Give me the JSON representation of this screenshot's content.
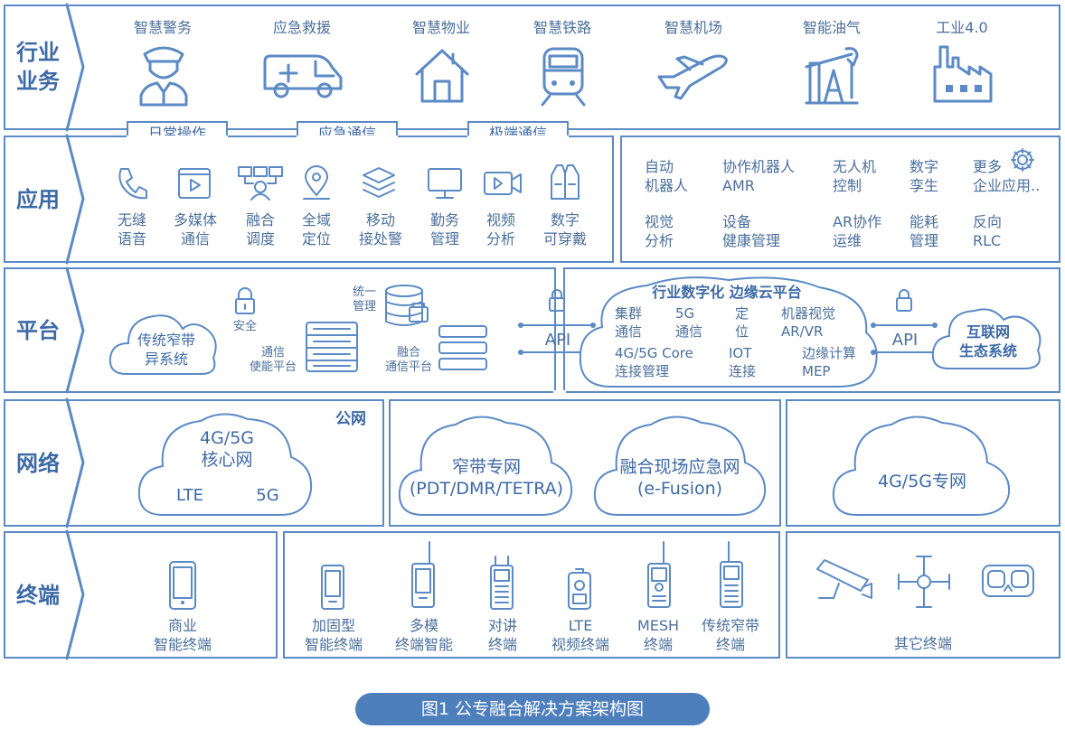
{
  "rows": {
    "industry": "行业\n业务",
    "application": "应用",
    "platform": "平台",
    "network": "网络",
    "terminal": "终端"
  },
  "industry": [
    {
      "label": "智慧警务",
      "icon": "police-officer-icon"
    },
    {
      "label": "应急救援",
      "icon": "ambulance-icon"
    },
    {
      "label": "智慧物业",
      "icon": "house-icon"
    },
    {
      "label": "智慧铁路",
      "icon": "train-icon"
    },
    {
      "label": "智慧机场",
      "icon": "airplane-icon"
    },
    {
      "label": "智能油气",
      "icon": "oil-pump-icon"
    },
    {
      "label": "工业4.0",
      "icon": "factory-icon"
    }
  ],
  "tags": [
    "日常操作",
    "应急通信",
    "极端通信"
  ],
  "apps": [
    {
      "line1": "无缝",
      "line2": "语音",
      "icon": "phone-icon"
    },
    {
      "line1": "多媒体",
      "line2": "通信",
      "icon": "media-player-icon"
    },
    {
      "line1": "融合",
      "line2": "调度",
      "icon": "dispatch-icon"
    },
    {
      "line1": "全域",
      "line2": "定位",
      "icon": "location-pin-icon"
    },
    {
      "line1": "移动",
      "line2": "接处警",
      "icon": "layers-icon"
    },
    {
      "line1": "勤务",
      "line2": "管理",
      "icon": "monitor-icon"
    },
    {
      "line1": "视频",
      "line2": "分析",
      "icon": "video-camera-icon"
    },
    {
      "line1": "数字",
      "line2": "可穿戴",
      "icon": "vest-icon"
    }
  ],
  "enterprise_apps": [
    [
      "自动\n机器人",
      "协作机器人\nAMR",
      "无人机\n控制",
      "数字\n孪生",
      "更多\n企业应用.."
    ],
    [
      "视觉\n分析",
      "设备\n健康管理",
      "AR协作\n运维",
      "能耗\n管理",
      "反向\nRLC"
    ]
  ],
  "platform": {
    "legacy_cloud": "传统窄带\n异系统",
    "security": "安全",
    "unified_mgmt": "统一\n管理",
    "comm_enable": "通信\n使能平台",
    "fusion_comm": "融合\n通信平台",
    "api_left": "API",
    "api_right": "API",
    "edge_title": "行业数字化 边缘云平台",
    "edge_items": [
      "集群\n通信",
      "5G\n通信",
      "定\n位",
      "机器视觉\nAR/VR",
      "4G/5G Core\n连接管理",
      "IOT\n连接",
      "边缘计算\nMEP"
    ],
    "internet": "互联网\n生态系统"
  },
  "network": {
    "public_tag": "公网",
    "core_title": "4G/5G\n核心网",
    "core_lte": "LTE",
    "core_5g": "5G",
    "narrowband": "窄带专网\n(PDT/DMR/TETRA)",
    "efusion": "融合现场应急网\n(e-Fusion)",
    "private": "4G/5G专网"
  },
  "terminals": {
    "commercial": "商业\n智能终端",
    "group": [
      {
        "label": "加固型\n智能终端",
        "icon": "rugged-phone-icon"
      },
      {
        "label": "多模\n终端智能",
        "icon": "multimode-phone-icon"
      },
      {
        "label": "对讲\n终端",
        "icon": "walkie-talkie-icon"
      },
      {
        "label": "LTE\n视频终端",
        "icon": "body-camera-icon"
      },
      {
        "label": "MESH\n终端",
        "icon": "mesh-radio-icon"
      },
      {
        "label": "传统窄带\n终端",
        "icon": "narrowband-radio-icon"
      }
    ],
    "other": "其它终端"
  },
  "caption": "图1 公专融合解决方案架构图",
  "colors": {
    "accent": "#5b8ac4",
    "text": "#4a6f9c",
    "caption_bg": "#4d7fbd"
  }
}
